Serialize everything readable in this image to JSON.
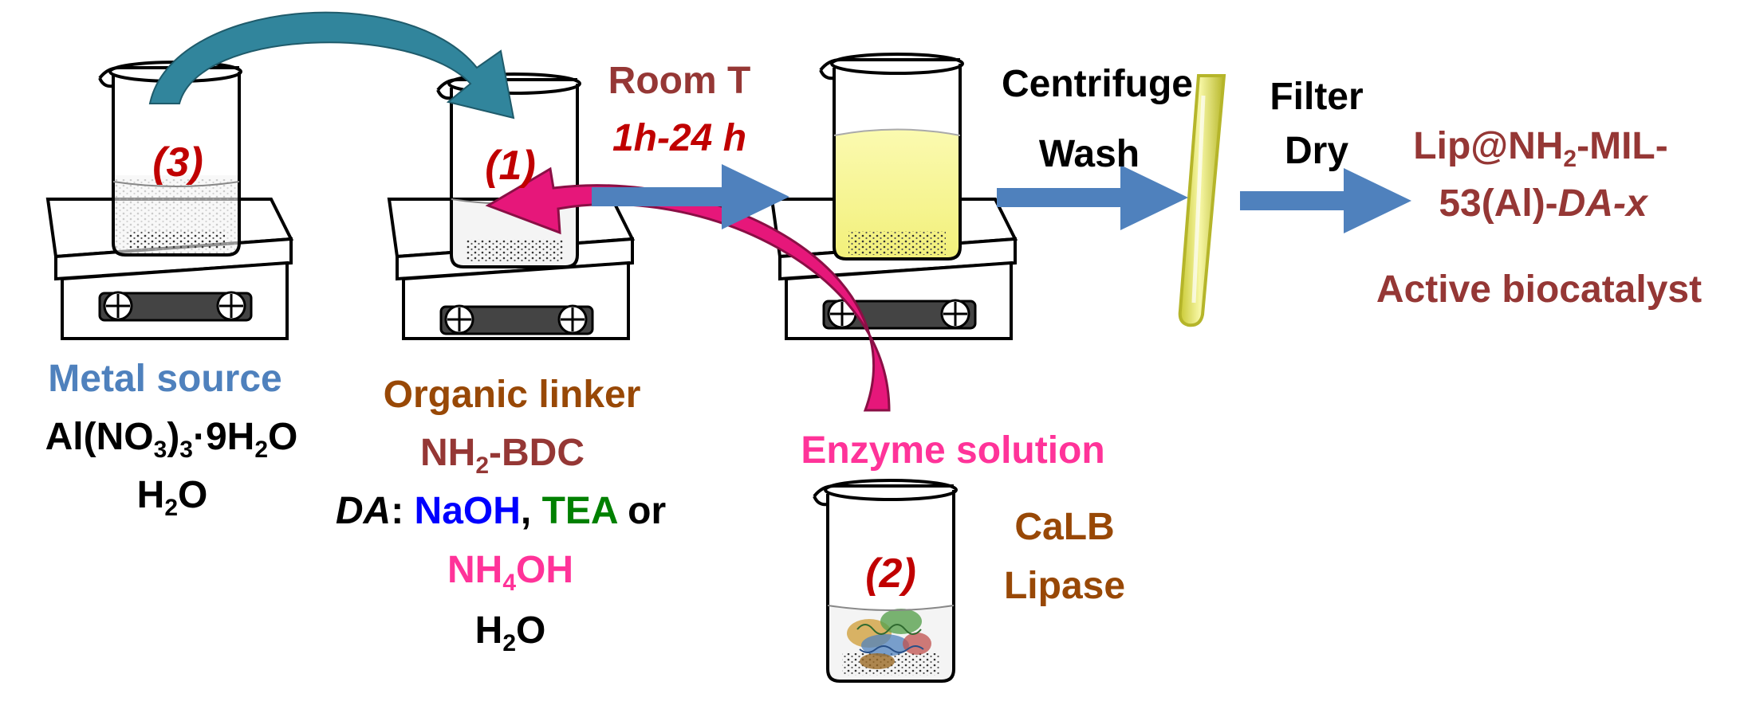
{
  "colors": {
    "metal_blue": "#4f81bd",
    "brown": "#984806",
    "dark_red": "#953735",
    "red_number": "#c00000",
    "magenta": "#ff3399",
    "naoh_blue": "#0000ff",
    "tea_green": "#008000",
    "process_arrow": "#4f81bd",
    "teal_arrow": "#31859c",
    "pink_arrow": "#e6177a"
  },
  "beakers": {
    "metal": "(3)",
    "linker": "(1)",
    "enzyme": "(2)"
  },
  "metal_source": {
    "title": "Metal source",
    "formula_main": "Al(NO",
    "formula_sub1": "3",
    "formula_mid": ")",
    "formula_sub2": "3",
    "formula_tail": "·9H",
    "formula_sub3": "2",
    "formula_end": "O",
    "solvent_a": "H",
    "solvent_sub": "2",
    "solvent_b": "O"
  },
  "organic_linker": {
    "title": "Organic linker",
    "linker_a": "NH",
    "linker_sub": "2",
    "linker_b": "-BDC",
    "da_label": "DA",
    "da_colon": ": ",
    "base1": "NaOH",
    "comma": ", ",
    "base2": "TEA",
    "or": " or",
    "base3_a": "NH",
    "base3_sub": "4",
    "base3_b": "OH",
    "solvent_a": "H",
    "solvent_sub": "2",
    "solvent_b": "O"
  },
  "reaction_conditions": {
    "temperature": "Room T",
    "time": "1h-24 h"
  },
  "workup_1": {
    "line1": "Centrifuge",
    "line2": "Wash"
  },
  "workup_2": {
    "line1": "Filter",
    "line2": "Dry"
  },
  "product": {
    "line1_a": "Lip@NH",
    "line1_sub": "2",
    "line1_b": "-MIL-",
    "line2_a": "53(Al)-",
    "line2_b": "DA-x",
    "subtitle": "Active biocatalyst"
  },
  "enzyme": {
    "title": "Enzyme solution",
    "name1": "CaLB",
    "name2": "Lipase"
  }
}
